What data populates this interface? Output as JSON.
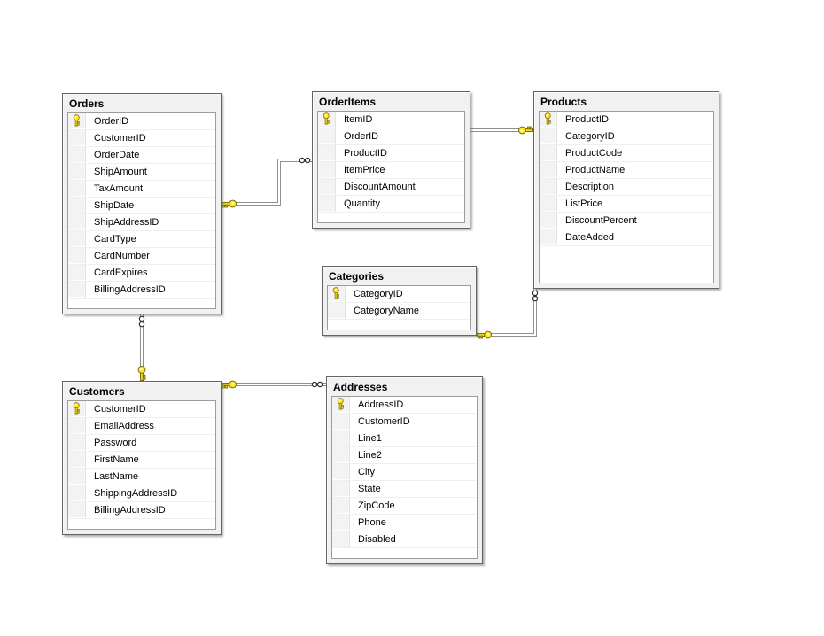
{
  "diagram": {
    "tables": [
      {
        "name": "Orders",
        "columns": [
          {
            "name": "OrderID",
            "is_primary_key": true
          },
          {
            "name": "CustomerID"
          },
          {
            "name": "OrderDate"
          },
          {
            "name": "ShipAmount"
          },
          {
            "name": "TaxAmount"
          },
          {
            "name": "ShipDate"
          },
          {
            "name": "ShipAddressID"
          },
          {
            "name": "CardType"
          },
          {
            "name": "CardNumber"
          },
          {
            "name": "CardExpires"
          },
          {
            "name": "BillingAddressID"
          }
        ]
      },
      {
        "name": "OrderItems",
        "columns": [
          {
            "name": "ItemID",
            "is_primary_key": true
          },
          {
            "name": "OrderID"
          },
          {
            "name": "ProductID"
          },
          {
            "name": "ItemPrice"
          },
          {
            "name": "DiscountAmount"
          },
          {
            "name": "Quantity"
          }
        ]
      },
      {
        "name": "Products",
        "columns": [
          {
            "name": "ProductID",
            "is_primary_key": true
          },
          {
            "name": "CategoryID"
          },
          {
            "name": "ProductCode"
          },
          {
            "name": "ProductName"
          },
          {
            "name": "Description"
          },
          {
            "name": "ListPrice"
          },
          {
            "name": "DiscountPercent"
          },
          {
            "name": "DateAdded"
          }
        ]
      },
      {
        "name": "Categories",
        "columns": [
          {
            "name": "CategoryID",
            "is_primary_key": true
          },
          {
            "name": "CategoryName"
          }
        ]
      },
      {
        "name": "Customers",
        "columns": [
          {
            "name": "CustomerID",
            "is_primary_key": true
          },
          {
            "name": "EmailAddress"
          },
          {
            "name": "Password"
          },
          {
            "name": "FirstName"
          },
          {
            "name": "LastName"
          },
          {
            "name": "ShippingAddressID"
          },
          {
            "name": "BillingAddressID"
          }
        ]
      },
      {
        "name": "Addresses",
        "columns": [
          {
            "name": "AddressID",
            "is_primary_key": true
          },
          {
            "name": "CustomerID"
          },
          {
            "name": "Line1"
          },
          {
            "name": "Line2"
          },
          {
            "name": "City"
          },
          {
            "name": "State"
          },
          {
            "name": "ZipCode"
          },
          {
            "name": "Phone"
          },
          {
            "name": "Disabled"
          }
        ]
      }
    ],
    "relations": [
      {
        "one": "Orders",
        "many": "OrderItems"
      },
      {
        "one": "Products",
        "many": "OrderItems"
      },
      {
        "one": "Categories",
        "many": "Products"
      },
      {
        "one": "Customers",
        "many": "Orders"
      },
      {
        "one": "Customers",
        "many": "Addresses"
      }
    ],
    "icons": {
      "primary_key": "key-icon",
      "one_side": "key-icon",
      "many_side": "infinity-icon"
    },
    "colors": {
      "canvas_background": "#ffffff",
      "table_face": "#f1f1f1",
      "table_border": "#646464",
      "grid_border": "#9c9c9c",
      "row_separator": "#efefef",
      "selector_column": "#f3f3f3",
      "relation_line": "#8f8f8f",
      "key_fill": "#ffe926",
      "key_outline": "#7c6c00"
    }
  }
}
